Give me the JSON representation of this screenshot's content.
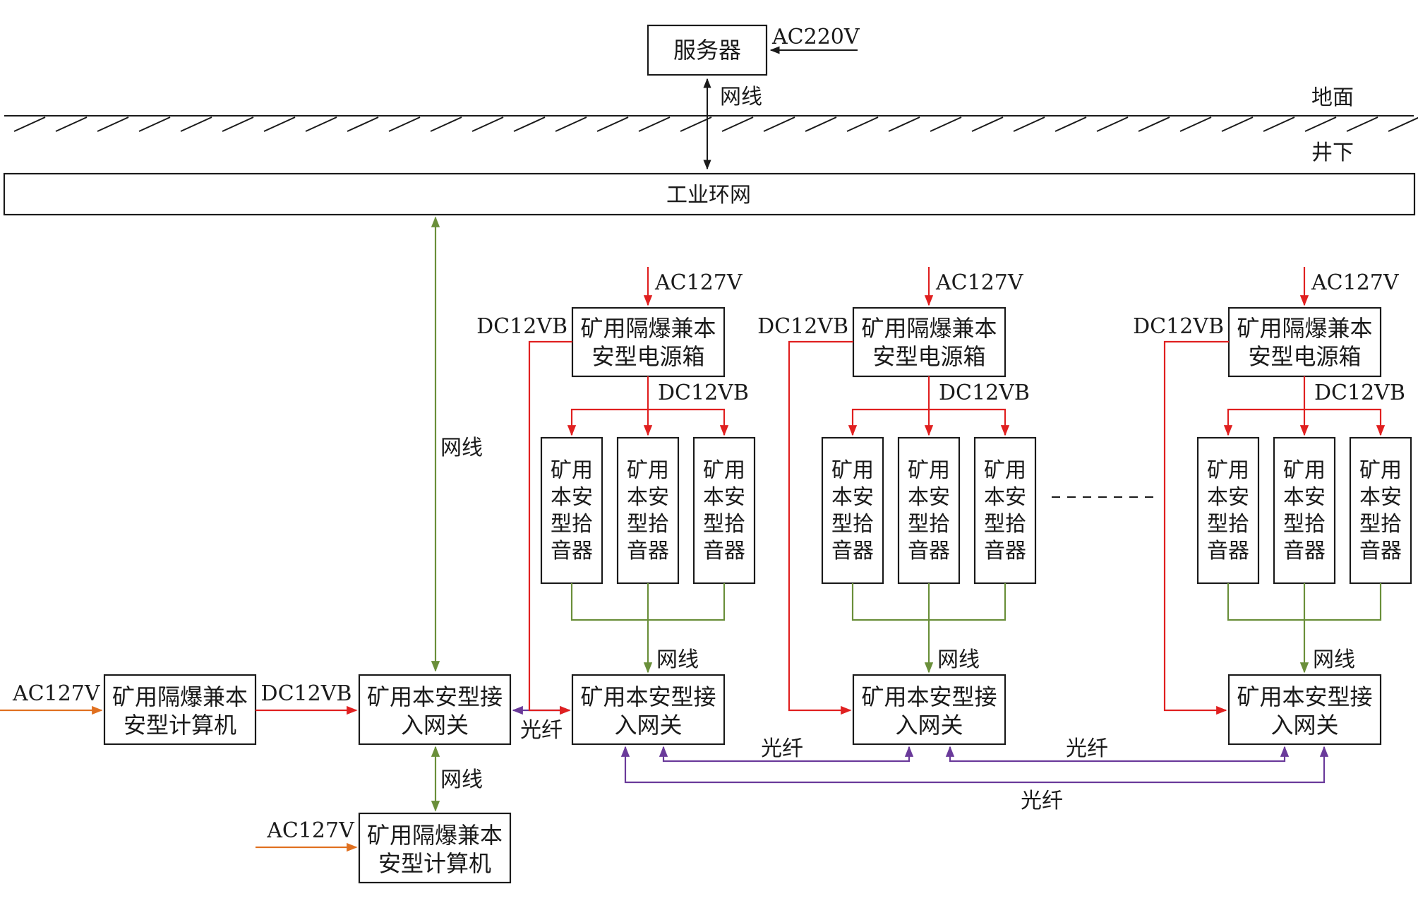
{
  "colors": {
    "line_black": "#1a1a1a",
    "power_red": "#e02020",
    "network_green": "#6a8f3a",
    "fiber_purple": "#6a3a9a",
    "ac_orange": "#e07020"
  },
  "server": {
    "label": "服务器",
    "power": "AC220V",
    "link": "网线"
  },
  "ground": {
    "above": "地面",
    "below": "井下"
  },
  "ring": {
    "label": "工业环网"
  },
  "main_link": "网线",
  "left": {
    "power_in": "AC127V",
    "computer": [
      "矿用隔爆兼本",
      "安型计算机"
    ],
    "dc": "DC12VB",
    "gateway": [
      "矿用本安型接",
      "入网关"
    ],
    "fiber": "光纤",
    "link_down": "网线",
    "computer2_power": "AC127V",
    "computer2": [
      "矿用隔爆兼本",
      "安型计算机"
    ]
  },
  "groups": [
    {
      "ac": "AC127V",
      "dc_left": "DC12VB",
      "psu": [
        "矿用隔爆兼本",
        "安型电源箱"
      ],
      "dc_branch": "DC12VB",
      "pickups": [
        [
          "矿用",
          "本安",
          "型拾",
          "音器"
        ],
        [
          "矿用",
          "本安",
          "型拾",
          "音器"
        ],
        [
          "矿用",
          "本安",
          "型拾",
          "音器"
        ]
      ],
      "link": "网线",
      "gateway": [
        "矿用本安型接",
        "入网关"
      ]
    },
    {
      "ac": "AC127V",
      "dc_left": "DC12VB",
      "psu": [
        "矿用隔爆兼本",
        "安型电源箱"
      ],
      "dc_branch": "DC12VB",
      "pickups": [
        [
          "矿用",
          "本安",
          "型拾",
          "音器"
        ],
        [
          "矿用",
          "本安",
          "型拾",
          "音器"
        ],
        [
          "矿用",
          "本安",
          "型拾",
          "音器"
        ]
      ],
      "link": "网线",
      "gateway": [
        "矿用本安型接",
        "入网关"
      ]
    },
    {
      "ac": "AC127V",
      "dc_left": "DC12VB",
      "psu": [
        "矿用隔爆兼本",
        "安型电源箱"
      ],
      "dc_branch": "DC12VB",
      "pickups": [
        [
          "矿用",
          "本安",
          "型拾",
          "音器"
        ],
        [
          "矿用",
          "本安",
          "型拾",
          "音器"
        ],
        [
          "矿用",
          "本安",
          "型拾",
          "音器"
        ]
      ],
      "link": "网线",
      "gateway": [
        "矿用本安型接",
        "入网关"
      ]
    }
  ],
  "fiber": {
    "link_1_2": "光纤",
    "link_2_3": "光纤",
    "link_1_3": "光纤"
  }
}
